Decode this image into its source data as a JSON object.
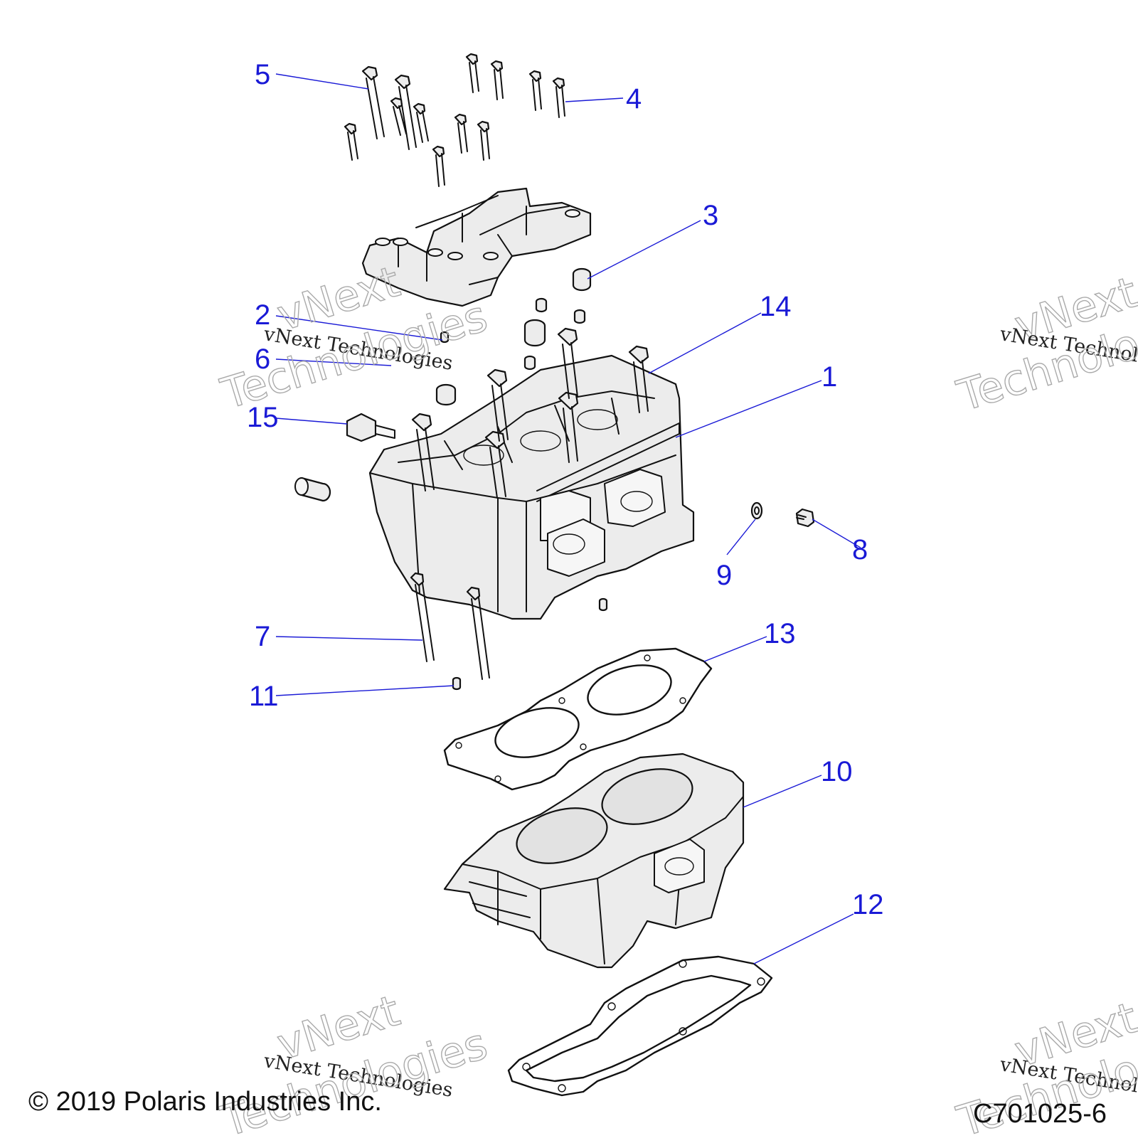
{
  "callouts": [
    {
      "id": "1",
      "label": "1"
    },
    {
      "id": "2",
      "label": "2"
    },
    {
      "id": "3",
      "label": "3"
    },
    {
      "id": "4",
      "label": "4"
    },
    {
      "id": "5",
      "label": "5"
    },
    {
      "id": "6",
      "label": "6"
    },
    {
      "id": "7",
      "label": "7"
    },
    {
      "id": "8",
      "label": "8"
    },
    {
      "id": "9",
      "label": "9"
    },
    {
      "id": "10",
      "label": "10"
    },
    {
      "id": "11",
      "label": "11"
    },
    {
      "id": "12",
      "label": "12"
    },
    {
      "id": "13",
      "label": "13"
    },
    {
      "id": "14",
      "label": "14"
    },
    {
      "id": "15",
      "label": "15"
    }
  ],
  "watermark": {
    "line": "vNext Technologies",
    "big_top": "vNext",
    "big_bottom": "Technologies"
  },
  "footer": {
    "copyright": "© 2019 Polaris Industries Inc.",
    "figure_code": "C701025-6"
  },
  "colors": {
    "callout": "#1a1ad6",
    "line_art": "#111111",
    "part_fill": "#ececec"
  }
}
